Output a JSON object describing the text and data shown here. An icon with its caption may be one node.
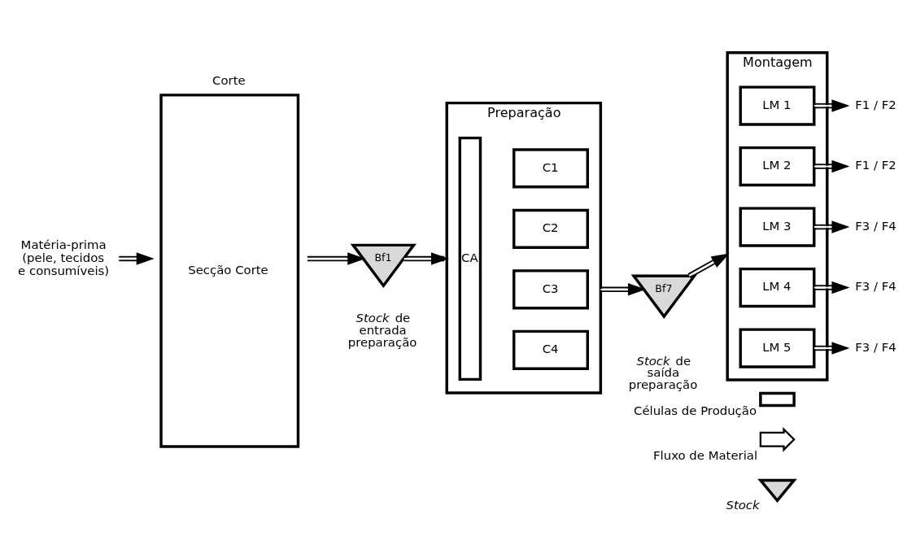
{
  "diagram": {
    "nodes": [
      {
        "text": [
          "Matéria-prima (pele, tecidos e consumíveis)"
        ]
      },
      {
        "text": [
          "Corte",
          "Secção Corte"
        ]
      },
      {
        "text": [
          "Bf1"
        ],
        "beside": [
          "*Stock* de entrada preparação"
        ]
      },
      {
        "text": [
          "Preparação"
        ]
      },
      {
        "text": [
          "CA"
        ],
        "in": 3
      },
      {
        "text": [
          "C1"
        ],
        "in": 3
      },
      {
        "text": [
          "C2"
        ],
        "in": 3
      },
      {
        "text": [
          "C3"
        ],
        "in": 3
      },
      {
        "text": [
          "C4"
        ],
        "in": 3
      },
      {
        "text": [
          "Bf7"
        ],
        "beside": [
          "*Stock* de saída preparação"
        ]
      },
      {
        "text": [
          "Montagem"
        ]
      },
      {
        "text": [
          "LM 1"
        ],
        "in": 10
      },
      {
        "text": [
          "LM 2"
        ],
        "in": 10
      },
      {
        "text": [
          "LM 3"
        ],
        "in": 10
      },
      {
        "text": [
          "LM 4"
        ],
        "in": 10
      },
      {
        "text": [
          "LM 5"
        ],
        "in": 10
      },
      {
        "text": [
          "F1 / F2"
        ]
      },
      {
        "text": [
          "F1 / F2"
        ]
      },
      {
        "text": [
          "F3 / F4"
        ]
      },
      {
        "text": [
          "F3 / F4"
        ]
      },
      {
        "text": [
          "F3 / F4"
        ]
      }
    ],
    "edges": [
      {
        "from": 0,
        "to": 1,
        "arrow": "to"
      },
      {
        "from": 1,
        "to": 2,
        "arrow": "to"
      },
      {
        "from": 2,
        "to": 3,
        "arrow": "to"
      },
      {
        "from": 3,
        "to": 9,
        "arrow": "to"
      },
      {
        "from": 9,
        "to": 10,
        "arrow": "to"
      },
      {
        "from": 11,
        "to": 16,
        "arrow": "to"
      },
      {
        "from": 12,
        "to": 17,
        "arrow": "to"
      },
      {
        "from": 13,
        "to": 18,
        "arrow": "to"
      },
      {
        "from": 14,
        "to": 19,
        "arrow": "to"
      },
      {
        "from": 15,
        "to": 20,
        "arrow": "to"
      }
    ],
    "legend": [
      {
        "text": "Células de Produção"
      },
      {
        "text": "Fluxo de Material"
      },
      {
        "text": "Stock"
      }
    ]
  }
}
